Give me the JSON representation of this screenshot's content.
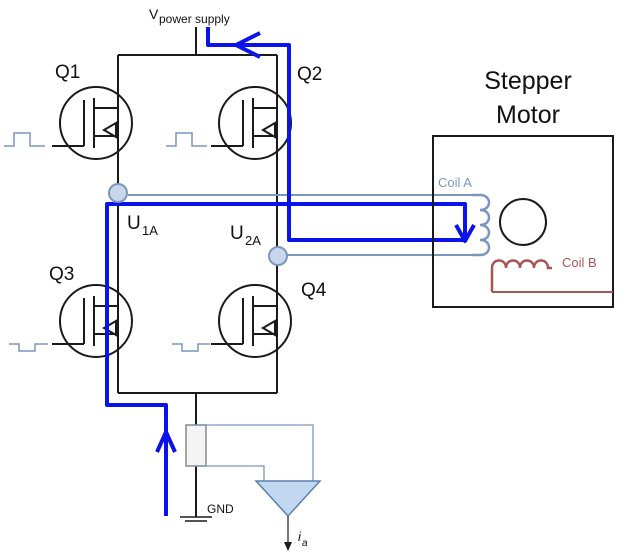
{
  "supply": {
    "label_main": "V",
    "label_sub": "power supply"
  },
  "transistors": [
    {
      "label": "Q1"
    },
    {
      "label": "Q2"
    },
    {
      "label": "Q3"
    },
    {
      "label": "Q4"
    }
  ],
  "nodes": {
    "u1a": {
      "main": "U",
      "sub": "1A"
    },
    "u2a": {
      "main": "U",
      "sub": "2A"
    }
  },
  "motor": {
    "title_line1": "Stepper",
    "title_line2": "Motor",
    "coil_a": "Coil A",
    "coil_b": "Coil B"
  },
  "ground": {
    "label": "GND"
  },
  "sense": {
    "label_main": "i",
    "label_sub": "a"
  },
  "colors": {
    "wire": "#1a1a1a",
    "current_path": "#0a14e8",
    "coil_a": "#7a96bc",
    "coil_b": "#a85454",
    "node_fill": "#c9d7ec",
    "node_stroke": "#7a96bc",
    "amp_fill": "#c2d8f0",
    "amp_stroke": "#5d7fb1"
  }
}
